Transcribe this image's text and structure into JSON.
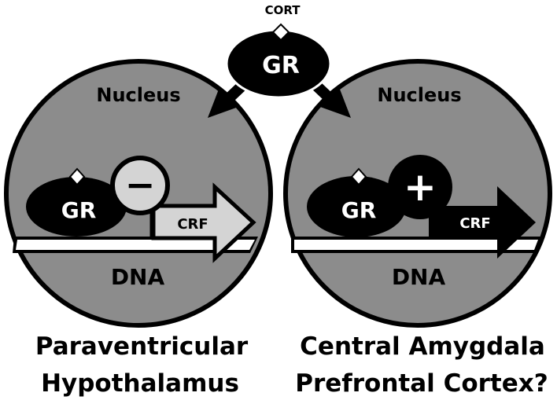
{
  "top": {
    "cort_label": "CORT",
    "gr_label": "GR"
  },
  "left_cell": {
    "nucleus_label": "Nucleus",
    "gr_label": "GR",
    "regulation_symbol": "−",
    "gene_label": "CRF",
    "dna_label": "DNA",
    "region_line1": "Paraventricular",
    "region_line2": "Hypothalamus"
  },
  "right_cell": {
    "nucleus_label": "Nucleus",
    "gr_label": "GR",
    "regulation_symbol": "+",
    "gene_label": "CRF",
    "dna_label": "DNA",
    "region_line1": "Central Amygdala",
    "region_line2": "Prefrontal Cortex?"
  },
  "colors": {
    "nucleus_fill": "#8c8c8c",
    "black": "#000000",
    "white": "#ffffff",
    "light_gray": "#d4d4d4"
  }
}
